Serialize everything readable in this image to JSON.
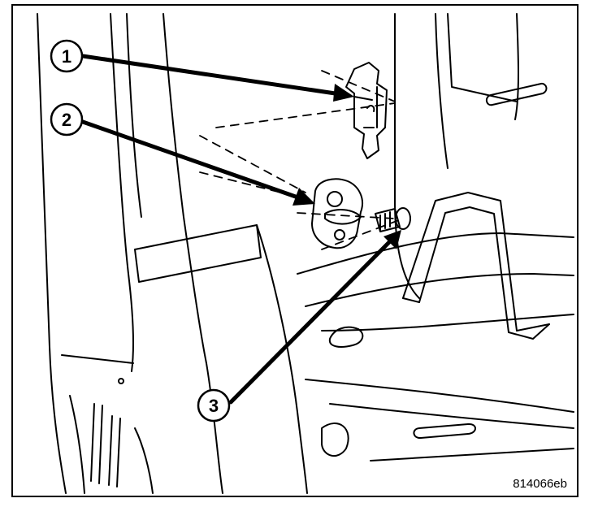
{
  "figure": {
    "code": "814066eb",
    "colors": {
      "ink": "#000000",
      "paper": "#ffffff"
    },
    "callouts": [
      {
        "number": "1"
      },
      {
        "number": "2"
      },
      {
        "number": "3"
      }
    ]
  }
}
